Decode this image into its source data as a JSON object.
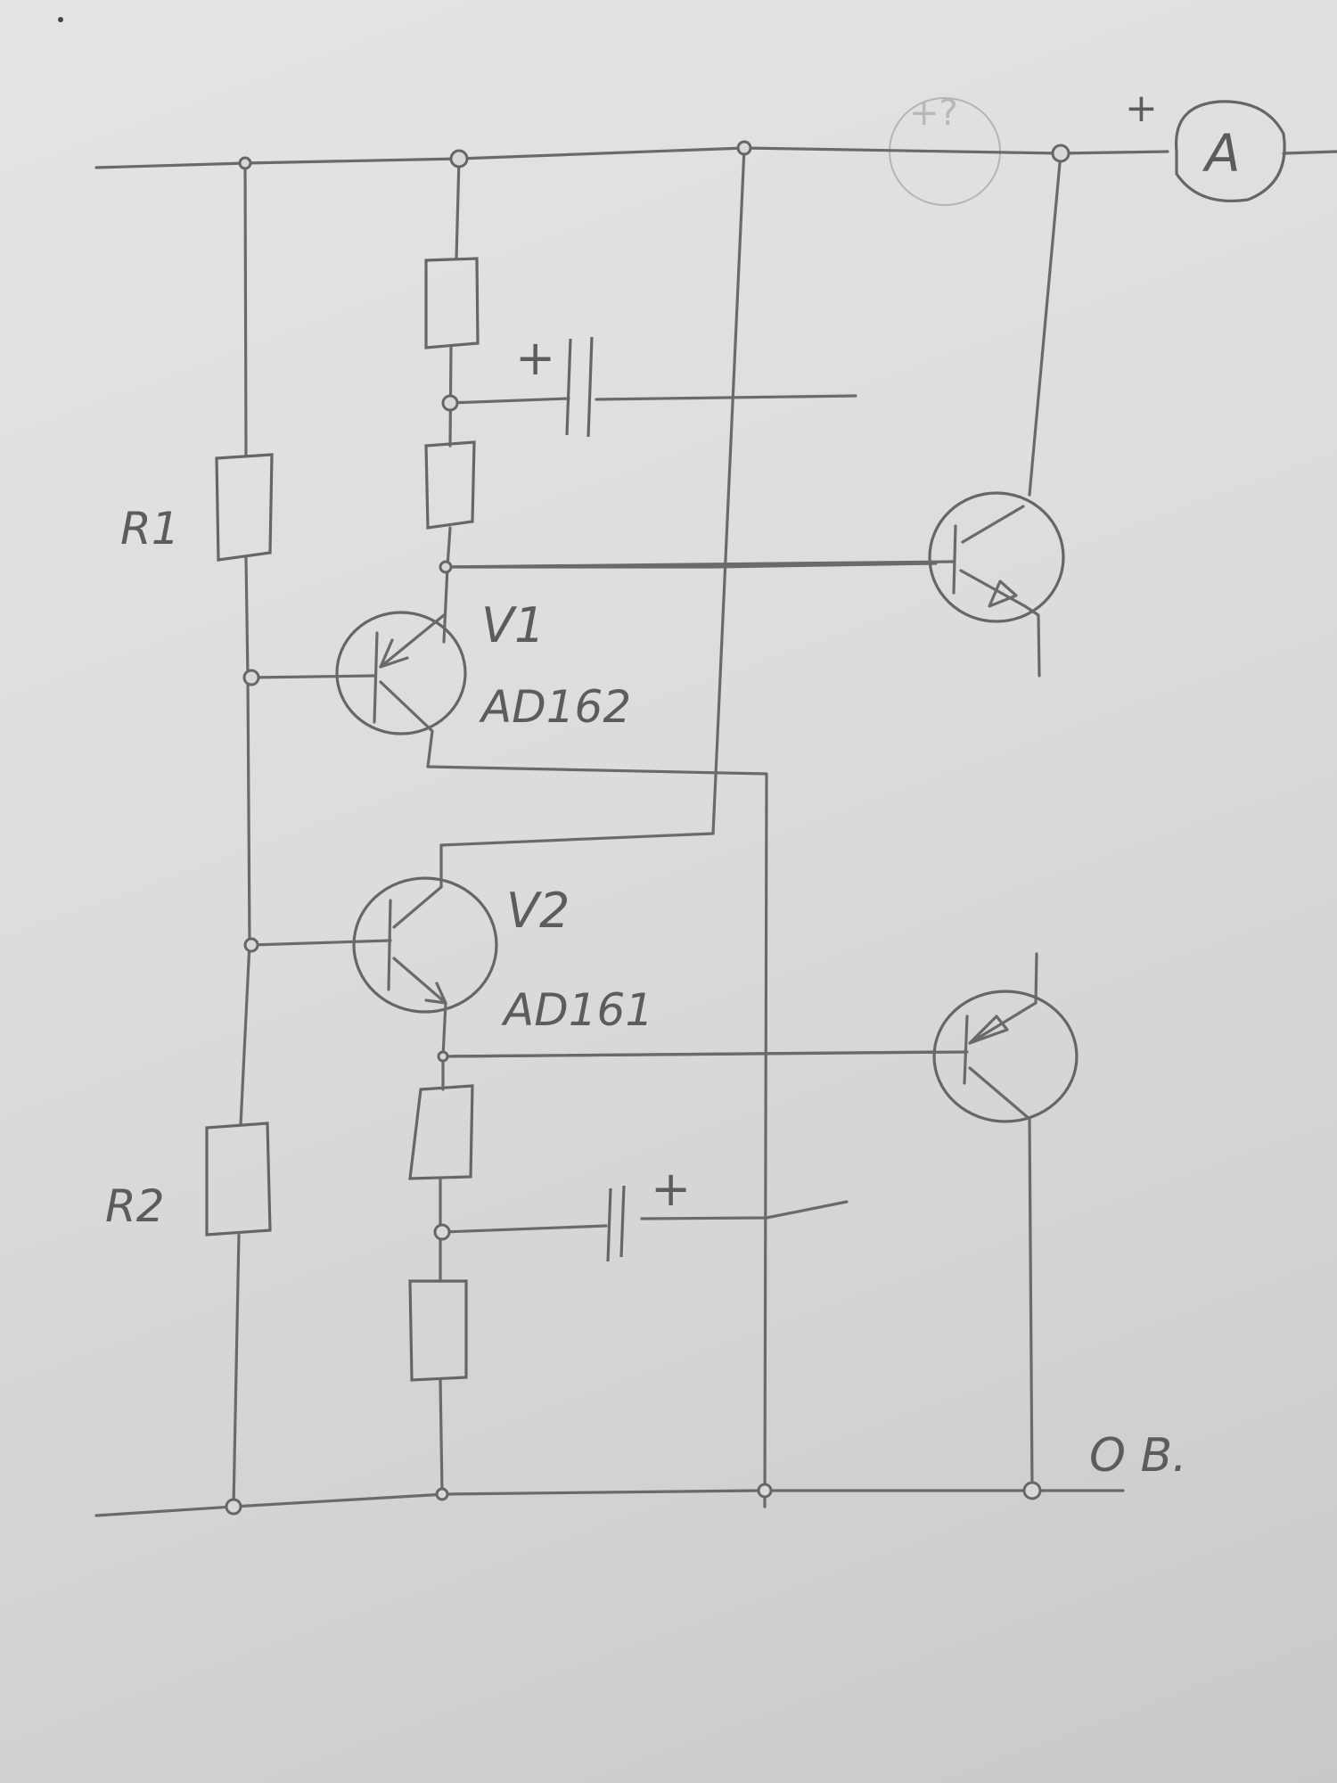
{
  "diagram": {
    "type": "hand-drawn circuit schematic",
    "ink_color": "#6a6a6a",
    "paper_color": "#dcdcda",
    "labels": {
      "r1": "R1",
      "r2": "R2",
      "v1_name": "V1",
      "v1_part": "AD162",
      "v2_name": "V2",
      "v2_part": "AD161",
      "ammeter": "A",
      "ammeter_polarity": "+",
      "ground": "O B.",
      "cap_top_polarity": "+",
      "cap_bottom_polarity": "+"
    },
    "components": [
      {
        "id": "R1",
        "kind": "resistor",
        "label": "R1"
      },
      {
        "id": "R2",
        "kind": "resistor",
        "label": "R2"
      },
      {
        "id": "R_upper_a",
        "kind": "resistor",
        "label": ""
      },
      {
        "id": "R_upper_b",
        "kind": "resistor",
        "label": ""
      },
      {
        "id": "R_lower_a",
        "kind": "resistor",
        "label": ""
      },
      {
        "id": "R_lower_b",
        "kind": "resistor",
        "label": ""
      },
      {
        "id": "C_top",
        "kind": "electrolytic capacitor",
        "polarity": "+"
      },
      {
        "id": "C_bottom",
        "kind": "electrolytic capacitor",
        "polarity": "+"
      },
      {
        "id": "V1",
        "kind": "PNP transistor",
        "part": "AD162"
      },
      {
        "id": "V2",
        "kind": "NPN transistor",
        "part": "AD161"
      },
      {
        "id": "Q_upper_right",
        "kind": "NPN transistor",
        "part": ""
      },
      {
        "id": "Q_lower_right",
        "kind": "PNP transistor",
        "part": ""
      },
      {
        "id": "A",
        "kind": "ammeter",
        "label": "A"
      }
    ],
    "rails": [
      "top supply rail",
      "bottom rail (O B.)"
    ]
  }
}
